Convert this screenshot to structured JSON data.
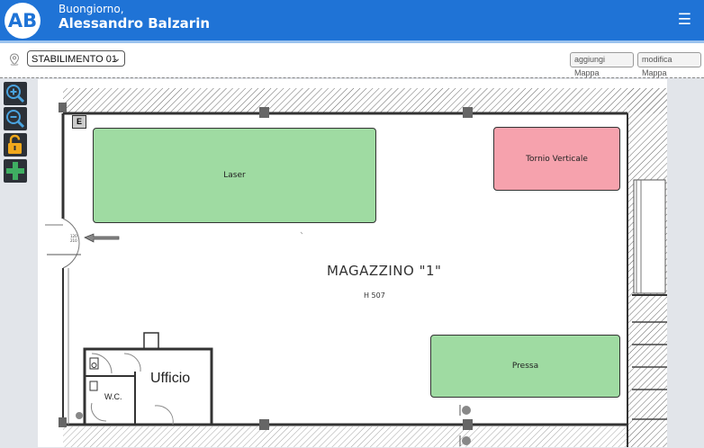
{
  "header": {
    "avatar_initials": "AB",
    "greeting": "Buongiorno,",
    "user_name": "Alessandro Balzarin",
    "menu_icon": "hamburger-icon",
    "background": "#1f73d6"
  },
  "toolbar": {
    "location_icon": "location-pin-icon",
    "plant_select_value": "STABILIMENTO 01",
    "add_map_label": "aggiungi Mappa",
    "edit_map_label": "modifica Mappa"
  },
  "map_controls": [
    {
      "name": "zoom-in-icon",
      "color": "#4aa3df"
    },
    {
      "name": "zoom-out-icon",
      "color": "#4aa3df"
    },
    {
      "name": "unlock-icon",
      "color": "#f0a81c"
    },
    {
      "name": "add-icon",
      "color": "#3fae62"
    }
  ],
  "floor_plan": {
    "room_title": "MAGAZZINO \"1\"",
    "room_height": "H 507",
    "office_label": "Ufficio",
    "wc_label": "W.C.",
    "exit_marker": "E",
    "machines": [
      {
        "label": "Laser",
        "status": "ok",
        "color": "#9fdba2"
      },
      {
        "label": "Tornio Verticale",
        "status": "alarm",
        "color": "#f6a2ad"
      },
      {
        "label": "Pressa",
        "status": "ok",
        "color": "#9fdba2"
      }
    ]
  }
}
